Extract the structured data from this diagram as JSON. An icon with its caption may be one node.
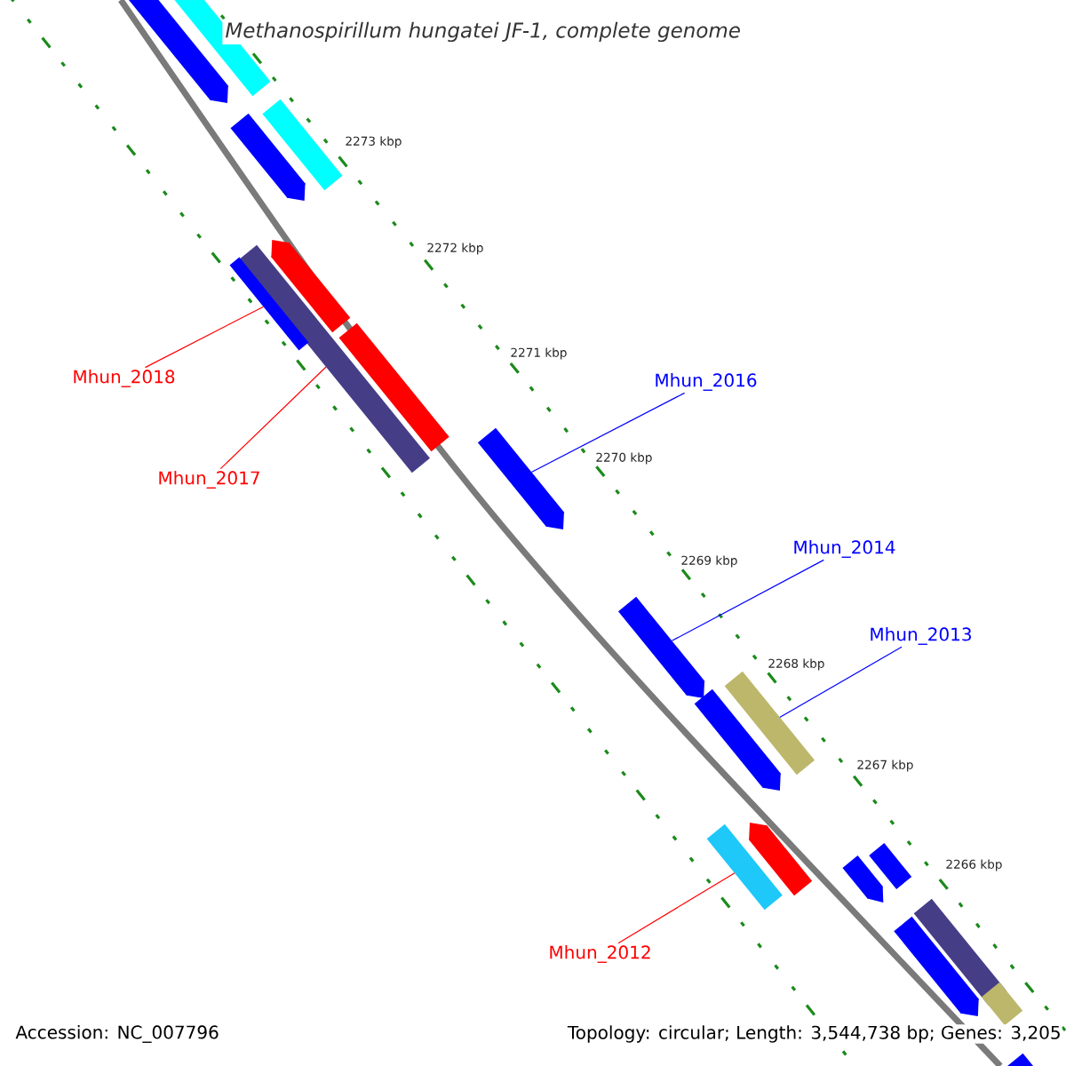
{
  "diagram": {
    "title": "Methanospirillum hungatei JF-1, complete genome",
    "nodes": [
      {
        "text": [
          "Mhun_2018"
        ]
      },
      {
        "text": [
          "Mhun_2017"
        ]
      },
      {
        "text": [
          "Mhun_2016"
        ]
      },
      {
        "text": [
          "Mhun_2014"
        ]
      },
      {
        "text": [
          "Mhun_2013"
        ]
      },
      {
        "text": [
          "Mhun_2012"
        ]
      },
      {
        "text": [],
        "shape": "pentagon"
      },
      {
        "text": [],
        "shape": "bar"
      },
      {
        "text": [],
        "shape": "bar"
      },
      {
        "text": [],
        "shape": "pentagon"
      },
      {
        "text": [],
        "shape": "pentagon"
      },
      {
        "text": [],
        "shape": "bar"
      },
      {
        "text": [],
        "shape": "bar"
      },
      {
        "text": [],
        "shape": "bar"
      },
      {
        "text": [],
        "shape": "pentagon"
      },
      {
        "text": [],
        "shape": "pentagon"
      },
      {
        "text": [],
        "shape": "bar"
      },
      {
        "text": [],
        "shape": "pentagon"
      },
      {
        "text": [],
        "shape": "pentagon"
      },
      {
        "text": [],
        "shape": "bar"
      },
      {
        "text": [],
        "shape": "bar"
      },
      {
        "text": [],
        "shape": "pentagon"
      },
      {
        "text": [],
        "shape": "bar"
      },
      {
        "text": [],
        "shape": "pentagon"
      },
      {
        "text": [],
        "shape": "bar"
      },
      {
        "text": [],
        "shape": "bar"
      }
    ],
    "edges": [
      {
        "from": 0,
        "to": 12,
        "arrow": "none",
        "color": "#ff0000"
      },
      {
        "from": 1,
        "to": 11,
        "arrow": "none",
        "color": "#ff0000"
      },
      {
        "from": 2,
        "to": 14,
        "arrow": "none",
        "color": "#0000ff"
      },
      {
        "from": 3,
        "to": 15,
        "arrow": "none",
        "color": "#0000ff"
      },
      {
        "from": 4,
        "to": 16,
        "arrow": "none",
        "color": "#0000ff"
      },
      {
        "from": 5,
        "to": 19,
        "arrow": "none",
        "color": "#ff0000"
      }
    ],
    "labels": [
      "2273 kbp",
      "2272 kbp",
      "2271 kbp",
      "2270 kbp",
      "2269 kbp",
      "2268 kbp",
      "2267 kbp",
      "2266 kbp",
      "Accession: NC_007796",
      "Topology: circular; Length: 3,544,738 bp; Genes: 3,205"
    ]
  }
}
